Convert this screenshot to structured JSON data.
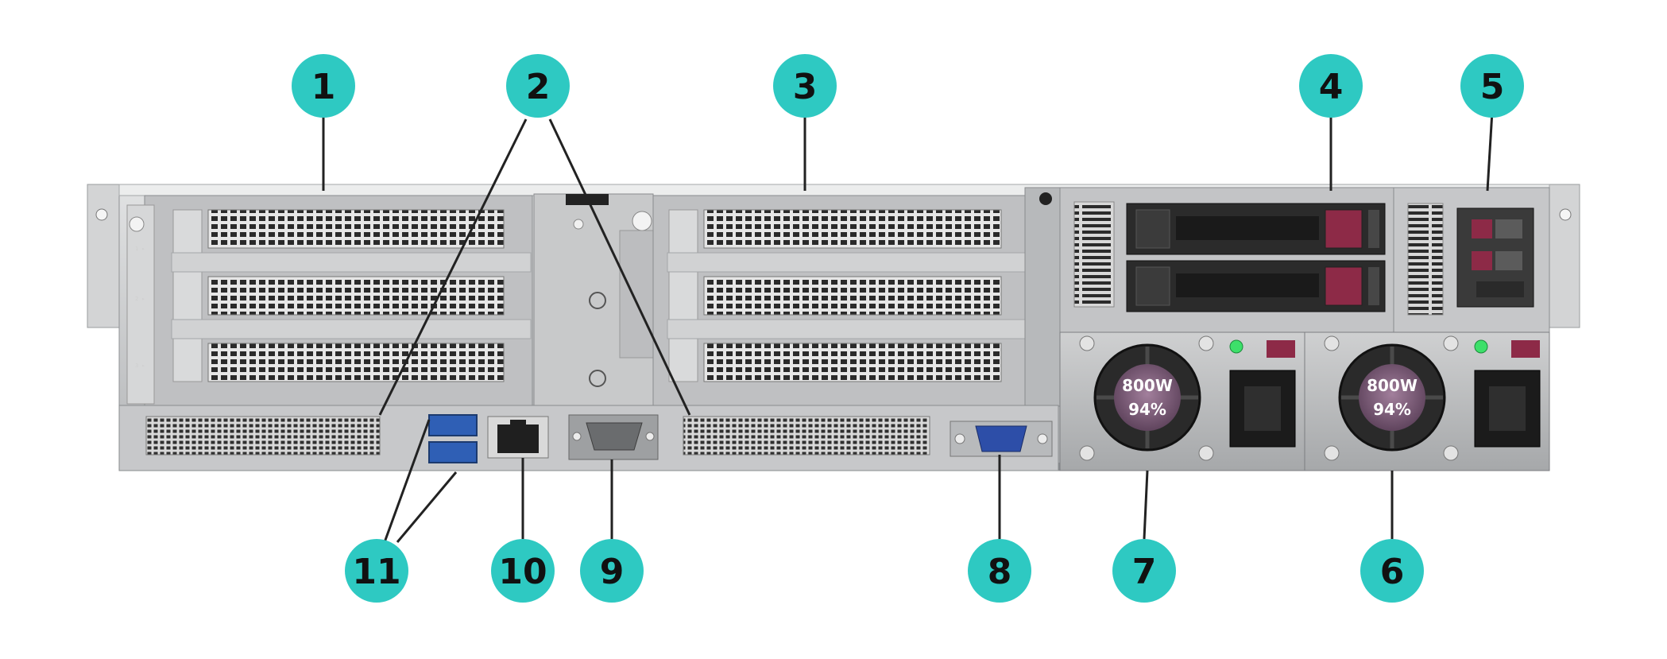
{
  "callouts": [
    "1",
    "2",
    "3",
    "4",
    "5",
    "6",
    "7",
    "8",
    "9",
    "10",
    "11"
  ],
  "psu_left": {
    "watt": "800W",
    "efficiency": "94%"
  },
  "psu_right": {
    "watt": "800W",
    "efficiency": "94%"
  },
  "colors": {
    "callout": "#2ec9c2",
    "chassis": "#c9cacb",
    "chassis_dark": "#8c8f92",
    "usb_blue": "#2f5fb5",
    "vga_blue": "#2d4ea8",
    "psu_power": "#6b4f6a",
    "led_green": "#3de06a",
    "latch_red": "#8d2a47"
  }
}
